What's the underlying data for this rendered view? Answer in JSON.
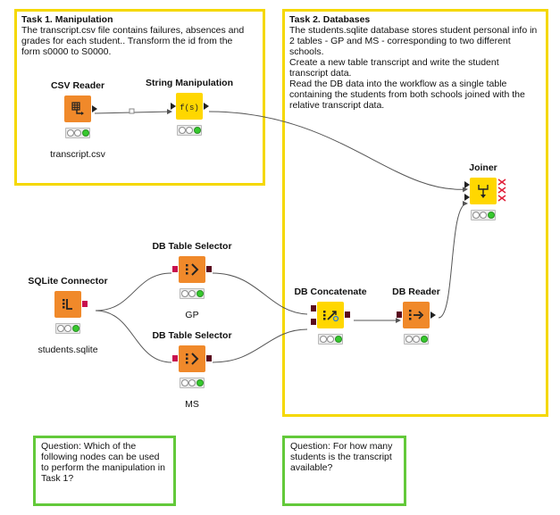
{
  "annotations": {
    "task1": {
      "title": "Task 1. Manipulation",
      "lines": [
        "The transcript.csv file contains failures, absences and",
        "grades for each student.. Transform the id from the",
        "form s0000 to S0000."
      ]
    },
    "task2": {
      "title": "Task 2. Databases",
      "lines": [
        "The students.sqlite database stores student personal info in",
        "2 tables - GP and MS - corresponding to two different",
        "schools.",
        "Create a new table transcript and write the student",
        "transcript data.",
        "Read the DB data into the workflow as a single table",
        "containing the students from both schools joined with the",
        "relative transcript data."
      ]
    },
    "question1": {
      "lines": [
        "Question: Which of the",
        "following nodes can be used",
        "to perform the manipulation in",
        "Task 1?"
      ]
    },
    "question2": {
      "lines": [
        "Question: For how many",
        "students is the transcript",
        "available?"
      ]
    }
  },
  "nodes": {
    "csv_reader": {
      "label": "CSV Reader",
      "sub": "transcript.csv",
      "icon": "csv-reader-icon",
      "color": "#f0892a"
    },
    "string_manipulation": {
      "label": "String Manipulation",
      "sub": "",
      "icon": "string-manipulation-icon",
      "glyph": "f(s)",
      "color": "#ffd700"
    },
    "joiner": {
      "label": "Joiner",
      "sub": "",
      "icon": "joiner-icon",
      "color": "#ffd700"
    },
    "sqlite_connector": {
      "label": "SQLite Connector",
      "sub": "students.sqlite",
      "icon": "db-connector-icon",
      "color": "#f0892a"
    },
    "db_table_selector_gp": {
      "label": "DB Table Selector",
      "sub": "GP",
      "icon": "db-table-selector-icon",
      "color": "#f0892a"
    },
    "db_table_selector_ms": {
      "label": "DB Table Selector",
      "sub": "MS",
      "icon": "db-table-selector-icon",
      "color": "#f0892a"
    },
    "db_concatenate": {
      "label": "DB Concatenate",
      "sub": "",
      "icon": "db-concatenate-icon",
      "color": "#ffd700"
    },
    "db_reader": {
      "label": "DB Reader",
      "sub": "",
      "icon": "db-reader-icon",
      "color": "#f0892a"
    }
  },
  "colors": {
    "task_border": "#f5d800",
    "question_border": "#63c93a",
    "source_node": "#f0892a",
    "manipulator_node": "#ffd700",
    "db_port": "#c8104e",
    "table_port": "#5a0a1e",
    "connection": "#555555"
  }
}
